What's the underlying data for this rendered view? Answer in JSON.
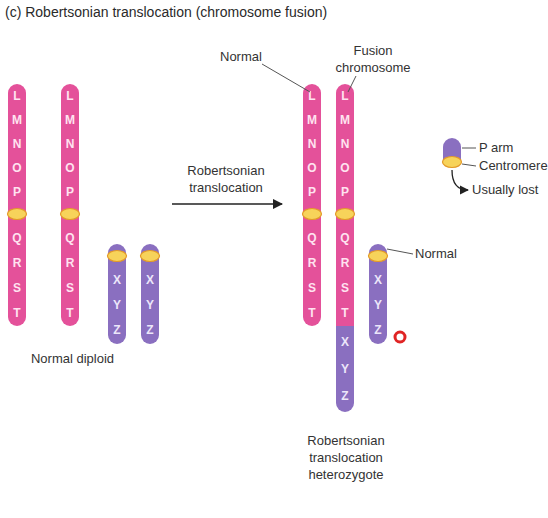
{
  "diagram": {
    "title": "(c) Robertsonian translocation (chromosome fusion)",
    "nodes": [
      {
        "text": [
          "L",
          "M",
          "N",
          "O",
          "P",
          "Q",
          "R",
          "S",
          "T"
        ]
      },
      {
        "text": [
          "L",
          "M",
          "N",
          "O",
          "P",
          "Q",
          "R",
          "S",
          "T"
        ]
      },
      {
        "text": [
          "X",
          "Y",
          "Z"
        ]
      },
      {
        "text": [
          "X",
          "Y",
          "Z"
        ]
      },
      {
        "text": [
          "L",
          "M",
          "N",
          "O",
          "P",
          "Q",
          "R",
          "S",
          "T"
        ]
      },
      {
        "text": [
          "L",
          "M",
          "N",
          "O",
          "P",
          "Q",
          "R",
          "S",
          "T",
          "X",
          "Y",
          "Z"
        ]
      },
      {
        "text": [
          "X",
          "Y",
          "Z"
        ]
      }
    ],
    "labels": [
      "Normal diploid",
      "Robertsonian translocation",
      "Normal",
      "Fusion chromosome",
      "Usually lost",
      "Normal",
      "Robertsonian translocation heterozygote"
    ],
    "legend": [
      {
        "text": "P arm"
      },
      {
        "text": "Centromere"
      }
    ]
  }
}
